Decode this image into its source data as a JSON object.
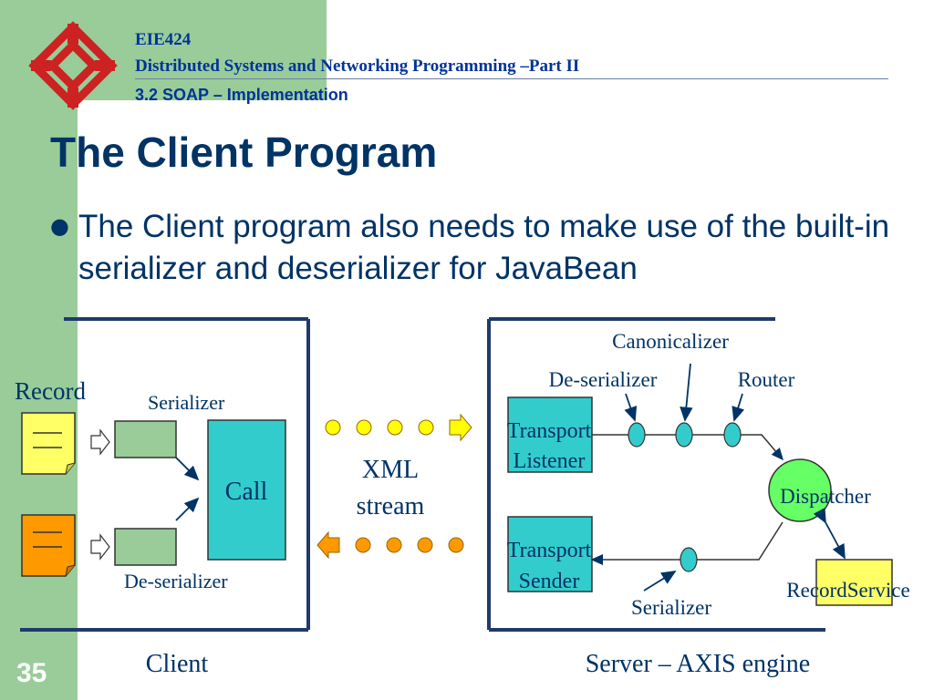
{
  "header": {
    "course_code": "EIE424",
    "course_title": "Distributed Systems and Networking Programming –Part II",
    "section": "3.2 SOAP – Implementation"
  },
  "slide": {
    "title": "The Client Program",
    "bullet": "The Client program also needs to make use of the built-in serializer and deserializer for JavaBean",
    "number": "35"
  },
  "diagram": {
    "client": {
      "record_label": "Record",
      "serializer_label": "Serializer",
      "deserializer_label": "De-serializer",
      "call_label": "Call",
      "caption": "Client"
    },
    "stream": {
      "line1": "XML",
      "line2": "stream"
    },
    "server": {
      "canonicalizer_label": "Canonicalizer",
      "deserializer_label": "De-serializer",
      "router_label": "Router",
      "transport_listener_line1": "Transport",
      "transport_listener_line2": "Listener",
      "transport_sender_line1": "Transport",
      "transport_sender_line2": "Sender",
      "dispatcher_label": "Dispatcher",
      "record_service_label": "RecordService",
      "serializer_label": "Serializer",
      "caption": "Server – AXIS engine"
    }
  },
  "colors": {
    "title": "#003366",
    "header": "#003399",
    "sidebar": "#99cc99",
    "teal_box": "#33cccc",
    "green_box": "#99cc99",
    "record_yellow": "#ffff66",
    "record_orange": "#ff9900",
    "dispatcher": "#66ff66",
    "node": "#33cccc",
    "stream_out": "#ffff00",
    "stream_in": "#ff9900"
  }
}
